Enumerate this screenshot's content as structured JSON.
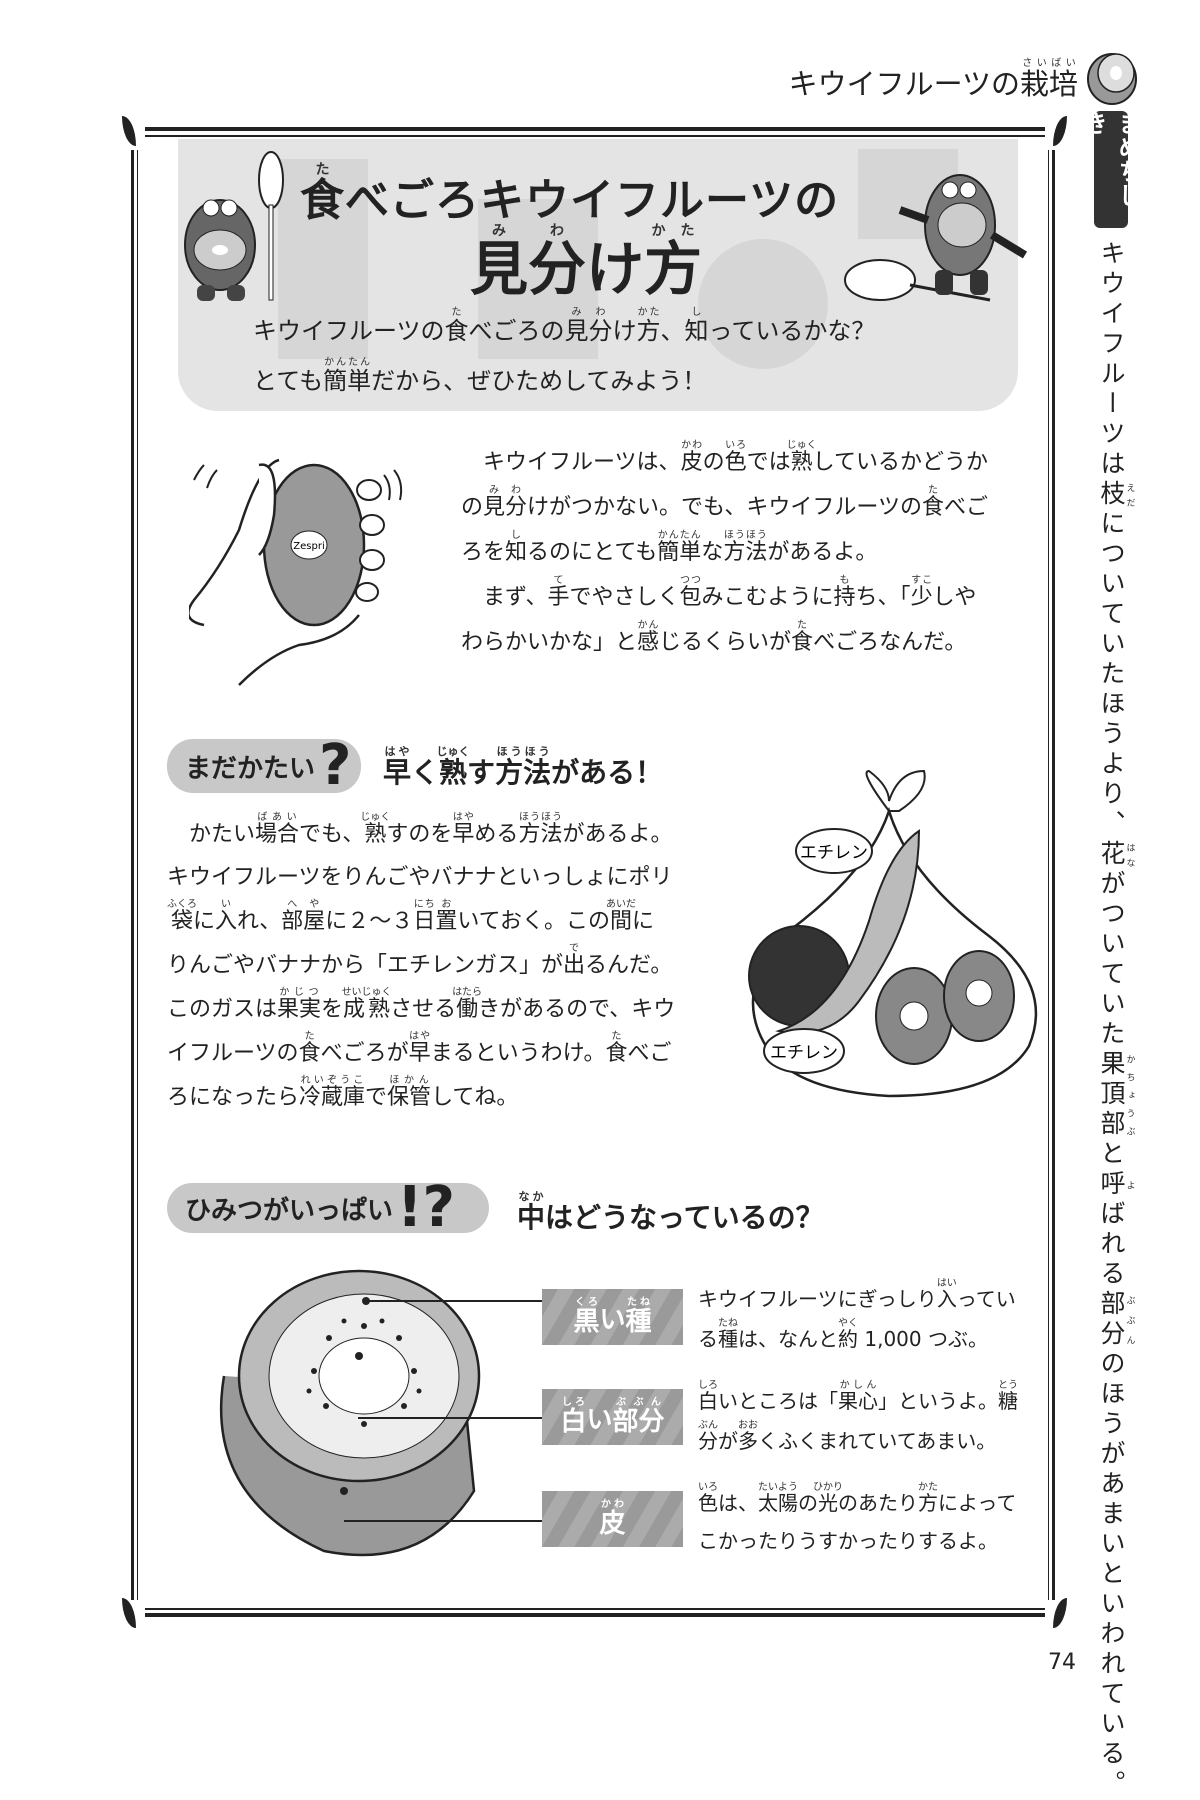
{
  "header": {
    "title": [
      "キウイフルーツの",
      [
        "栽培",
        "さいばい"
      ]
    ],
    "icon": "kiwi-slice-icon"
  },
  "banner": {
    "title_line1": [
      [
        "食",
        "た"
      ],
      "べごろキウイフルーツの"
    ],
    "title_line2": [
      [
        "見",
        "み"
      ],
      [
        "分",
        "わ"
      ],
      "け",
      [
        "方",
        "かた"
      ]
    ],
    "intro": [
      [
        "キウイフルーツの",
        [
          "食",
          "た"
        ],
        "べごろの",
        [
          "見",
          "み"
        ],
        [
          "分",
          "わ"
        ],
        "け",
        [
          "方",
          "かた"
        ],
        "、",
        [
          "知",
          "し"
        ],
        "っているかな？"
      ],
      [
        "とても",
        [
          "簡単",
          "かんたん"
        ],
        "だから、ぜひためしてみよう！"
      ]
    ]
  },
  "section1": {
    "illustration_logo": "Zespri",
    "paragraph": [
      [
        "　キウイフルーツは、",
        [
          "皮",
          "かわ"
        ],
        "の",
        [
          "色",
          "いろ"
        ],
        "では",
        [
          "熟",
          "じゅく"
        ],
        "しているかどうか"
      ],
      [
        "の",
        [
          "見",
          "み"
        ],
        [
          "分",
          "わ"
        ],
        "けがつかない。でも、キウイフルーツの",
        [
          "食",
          "た"
        ],
        "べご"
      ],
      [
        "ろを",
        [
          "知",
          "し"
        ],
        "るのにとても",
        [
          "簡単",
          "かんたん"
        ],
        "な",
        [
          "方法",
          "ほうほう"
        ],
        "があるよ。"
      ],
      [
        "　まず、",
        [
          "手",
          "て"
        ],
        "でやさしく",
        [
          "包",
          "つつ"
        ],
        "みこむように",
        [
          "持",
          "も"
        ],
        "ち、「",
        [
          "少",
          "すこ"
        ],
        "しや"
      ],
      [
        "わらかいかな」と",
        [
          "感",
          "かん"
        ],
        "じるくらいが",
        [
          "食",
          "た"
        ],
        "べごろなんだ。"
      ]
    ]
  },
  "section2": {
    "pill_label": "まだかたい",
    "pill_mark": "?",
    "heading": [
      [
        "早",
        "はや"
      ],
      "く",
      [
        "熟",
        "じゅく"
      ],
      "す",
      [
        "方法",
        "ほうほう"
      ],
      "がある！"
    ],
    "paragraph": [
      [
        "　かたい",
        [
          "場合",
          "ばあい"
        ],
        "でも、",
        [
          "熟",
          "じゅく"
        ],
        "すのを",
        [
          "早",
          "はや"
        ],
        "める",
        [
          "方法",
          "ほうほう"
        ],
        "があるよ。"
      ],
      [
        "キウイフルーツをりんごやバナナといっしょにポリ"
      ],
      [
        [
          "袋",
          "ふくろ"
        ],
        "に",
        [
          "入",
          "い"
        ],
        "れ、",
        [
          "部屋",
          "へや"
        ],
        "に２～３",
        [
          "日",
          "にち"
        ],
        [
          "置",
          "お"
        ],
        "いておく。この",
        [
          "間",
          "あいだ"
        ],
        "に"
      ],
      [
        "りんごやバナナから「エチレンガス」が",
        [
          "出",
          "で"
        ],
        "るんだ。"
      ],
      [
        "このガスは",
        [
          "果実",
          "かじつ"
        ],
        "を",
        [
          "成熟",
          "せいじゅく"
        ],
        "させる",
        [
          "働",
          "はたら"
        ],
        "きがあるので、キウ"
      ],
      [
        "イフルーツの",
        [
          "食",
          "た"
        ],
        "べごろが",
        [
          "早",
          "はや"
        ],
        "まるというわけ。",
        [
          "食",
          "た"
        ],
        "べご"
      ],
      [
        "ろになったら",
        [
          "冷蔵庫",
          "れいぞうこ"
        ],
        "で",
        [
          "保管",
          "ほかん"
        ],
        "してね。"
      ]
    ],
    "bag_labels": [
      "エチレン",
      "エチレン"
    ]
  },
  "section3": {
    "pill_label": "ひみつがいっぱい",
    "pill_mark": "!?",
    "heading": [
      [
        "中",
        "なか"
      ],
      "はどうなっているの？"
    ],
    "parts": [
      {
        "label": [
          [
            "黒",
            "くろ"
          ],
          "い",
          [
            "種",
            "たね"
          ]
        ],
        "text": [
          [
            "キウイフルーツにぎっしり",
            [
              "入",
              "はい"
            ],
            "ってい"
          ],
          [
            "る",
            [
              "種",
              "たね"
            ],
            "は、なんと",
            [
              "約",
              "やく"
            ],
            " 1,000 つぶ。"
          ]
        ]
      },
      {
        "label": [
          [
            "白",
            "しろ"
          ],
          "い",
          [
            "部分",
            "ぶぶん"
          ]
        ],
        "text": [
          [
            [
              "白",
              "しろ"
            ],
            "いところは「",
            [
              "果心",
              "かしん"
            ],
            "」というよ。",
            [
              "糖",
              "とう"
            ]
          ],
          [
            [
              "分",
              "ぶん"
            ],
            "が",
            [
              "多",
              "おお"
            ],
            "くふくまれていてあまい。"
          ]
        ]
      },
      {
        "label": [
          [
            "皮",
            "かわ"
          ]
        ],
        "text": [
          [
            [
              "色",
              "いろ"
            ],
            "は、",
            [
              "太陽",
              "たいよう"
            ],
            "の",
            [
              "光",
              "ひかり"
            ],
            "のあたり",
            [
              "方",
              "かた"
            ],
            "によって"
          ],
          [
            "こかったりうすかったりするよ。"
          ]
        ]
      }
    ]
  },
  "sidebar": {
    "tab_label": "まめちしき",
    "text": [
      "キウイフルーツは",
      [
        "枝",
        "えだ"
      ],
      "についていたほうより、",
      [
        "花",
        "はな"
      ],
      "がついていた",
      [
        "果頂部",
        "かちょうぶ"
      ],
      "と",
      [
        "呼",
        "よ"
      ],
      "ばれる",
      [
        "部分",
        "ぶぶん"
      ],
      "のほうがあまいといわれている。"
    ]
  },
  "page_number": "74"
}
